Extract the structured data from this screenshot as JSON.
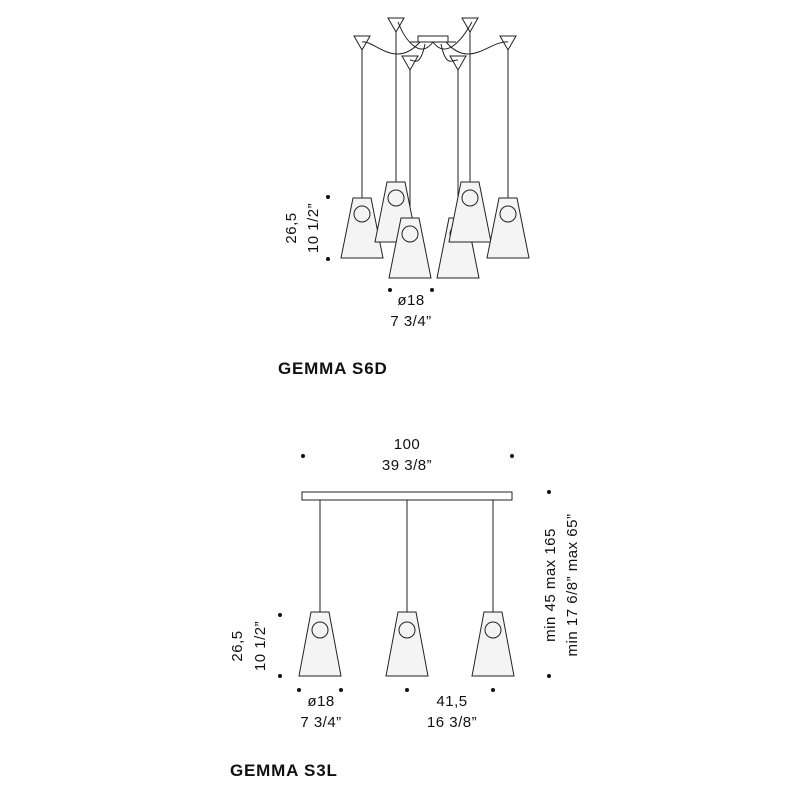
{
  "s6d": {
    "title": "GEMMA S6D",
    "height_cm": "26,5",
    "height_in": "10 1/2”",
    "diameter_cm": "ø18",
    "diameter_in": "7 3/4”"
  },
  "s3l": {
    "title": "GEMMA S3L",
    "width_cm": "100",
    "width_in": "39 3/8”",
    "height_cm": "26,5",
    "height_in": "10 1/2”",
    "diameter_cm": "ø18",
    "diameter_in": "7 3/4”",
    "spacing_cm": "41,5",
    "spacing_in": "16 3/8”",
    "drop_cm": "min 45  max 165",
    "drop_in": "min 17 6/8” max 65”"
  }
}
